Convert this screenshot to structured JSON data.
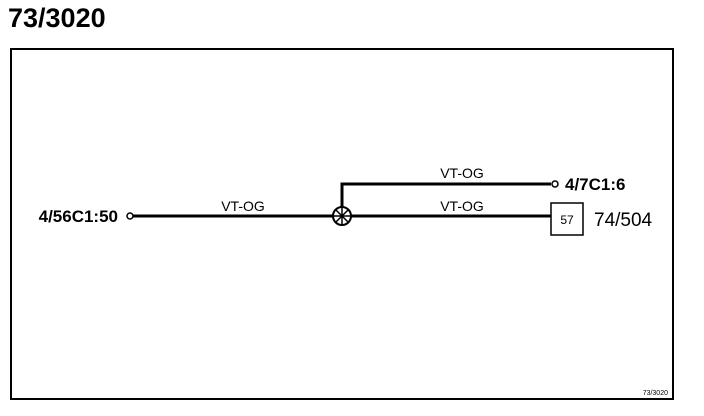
{
  "diagram": {
    "title": "73/3020",
    "footer_ref": "73/3020",
    "colors": {
      "line": "#000000",
      "background": "#ffffff"
    },
    "connectors": {
      "left": "4/56C1:50",
      "top_right": "4/7C1:6",
      "right_ref": "74/504"
    },
    "component": {
      "number": "57"
    },
    "wires": {
      "main": "VT-OG",
      "upper_branch": "VT-OG",
      "lower_branch": "VT-OG"
    },
    "junction_symbol": "splice-icon"
  }
}
